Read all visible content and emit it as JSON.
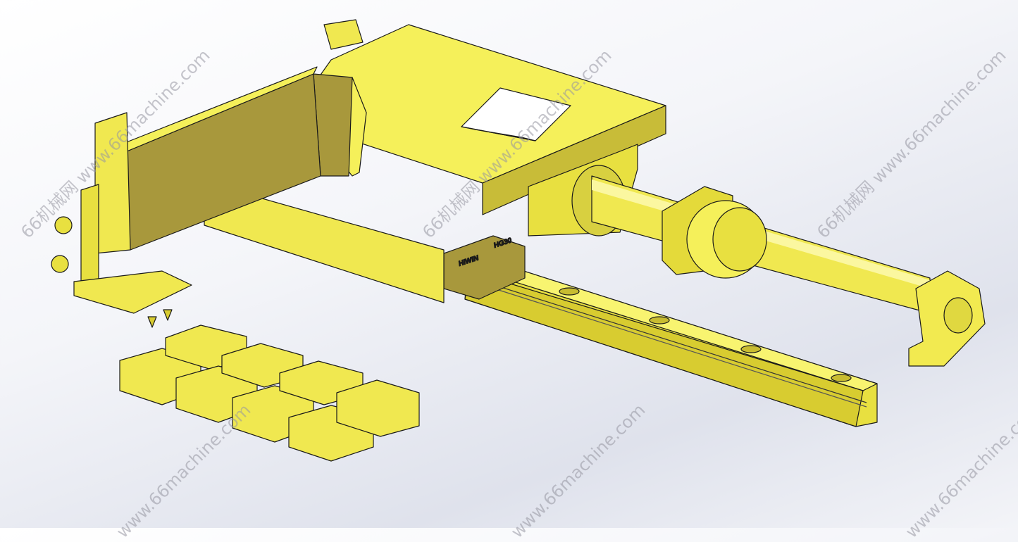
{
  "model": {
    "rail_brand": "HIWIN",
    "rail_model": "HG30"
  },
  "watermark": {
    "text": "66机械网 www.66machine.com",
    "short": "www.66machine.com"
  },
  "colors": {
    "part_light": "#f5f05a",
    "part_mid": "#e6dc28",
    "part_dark": "#a8983c",
    "edge": "#1a1a1a"
  }
}
